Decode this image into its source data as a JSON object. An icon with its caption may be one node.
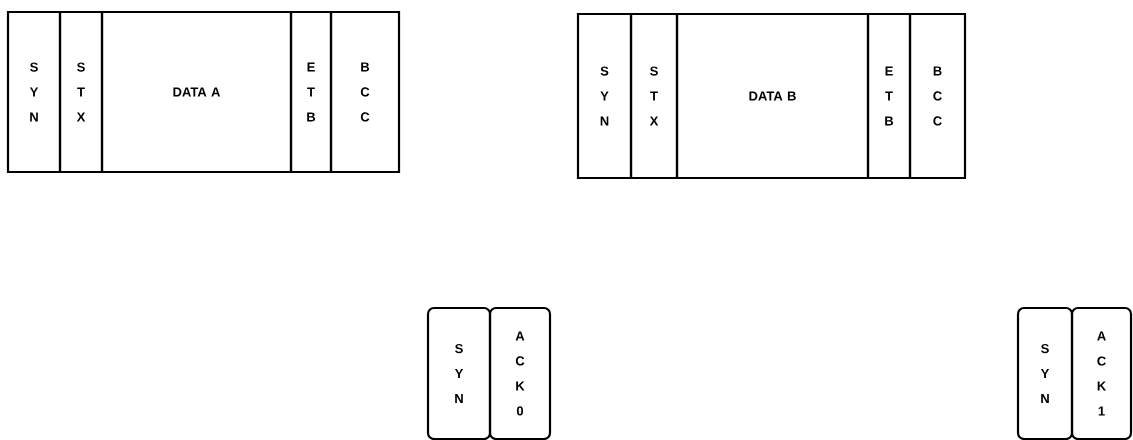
{
  "diagram": {
    "nodes": [
      {
        "text": [
          "S Y N"
        ]
      },
      {
        "text": [
          "S T X"
        ]
      },
      {
        "text": [
          "DATA A"
        ]
      },
      {
        "text": [
          "E T B"
        ]
      },
      {
        "text": [
          "B C C"
        ]
      },
      {
        "text": [
          "S Y N"
        ]
      },
      {
        "text": [
          "S T X"
        ]
      },
      {
        "text": [
          "DATA B"
        ]
      },
      {
        "text": [
          "E T B"
        ]
      },
      {
        "text": [
          "B C C"
        ]
      },
      {
        "text": [
          "S Y N"
        ]
      },
      {
        "text": [
          "A C K 0"
        ]
      },
      {
        "text": [
          "S Y N"
        ]
      },
      {
        "text": [
          "A C K 1"
        ]
      }
    ]
  }
}
